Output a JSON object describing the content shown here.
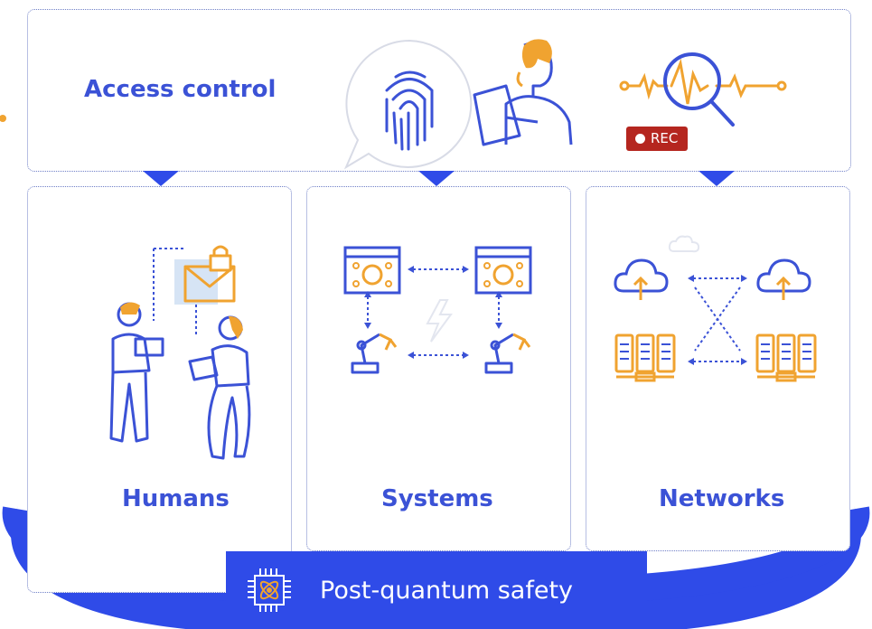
{
  "top_panel": {
    "title": "Access control",
    "rec_label": "REC"
  },
  "panels": [
    {
      "label": "Humans"
    },
    {
      "label": "Systems"
    },
    {
      "label": "Networks"
    }
  ],
  "banner": {
    "label": "Post-quantum safety"
  },
  "colors": {
    "primary_blue": "#2f4be8",
    "accent_orange": "#f0a330",
    "rec_red": "#b5261f",
    "panel_border": "#6f7fc7"
  },
  "icons": [
    "fingerprint-icon",
    "person-with-laptop-icon",
    "magnifier-waveform-icon",
    "envelope-lock-icon",
    "server-gear-icon",
    "robot-arm-icon",
    "lightning-icon",
    "cloud-upload-icon",
    "server-rack-icon",
    "quantum-chip-icon"
  ]
}
